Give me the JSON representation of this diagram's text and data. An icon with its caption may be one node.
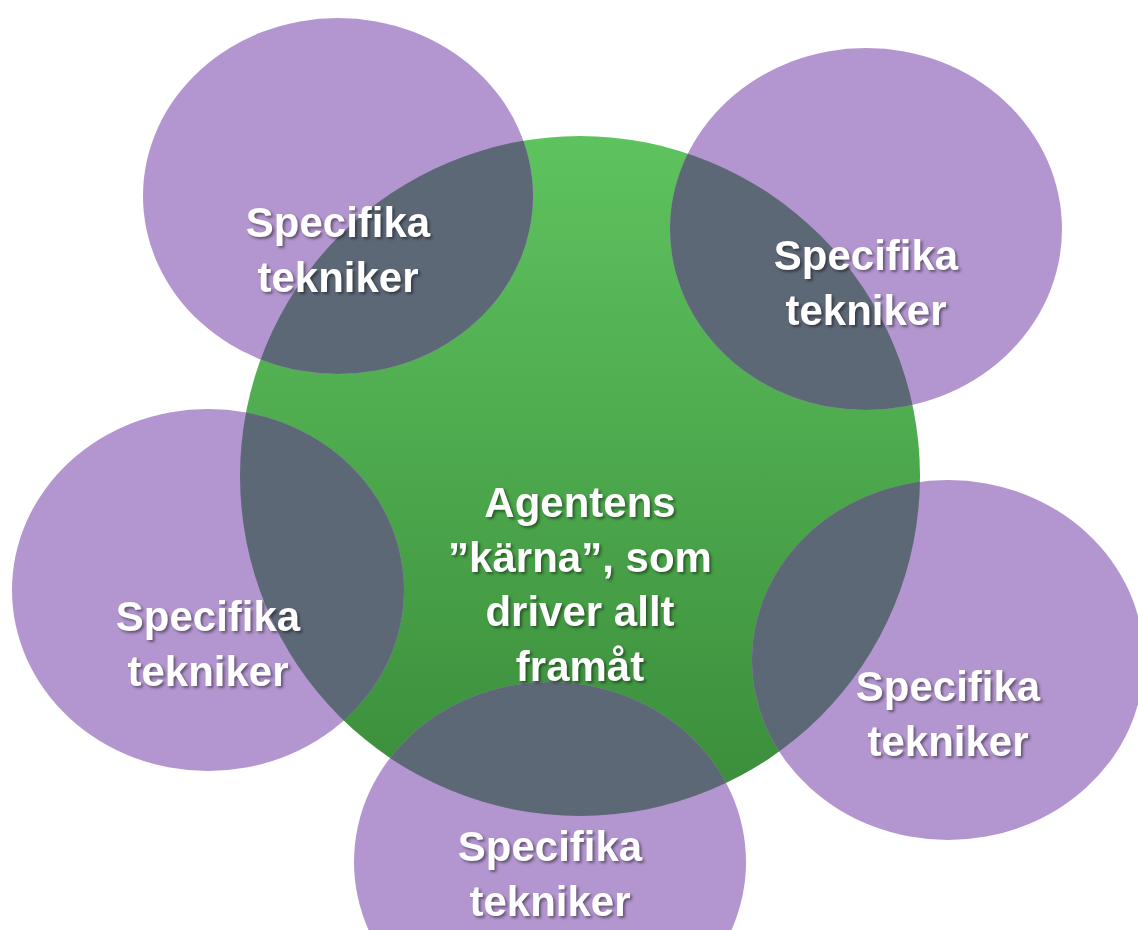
{
  "diagram": {
    "nodes": [
      {
        "text": [
          "Specifika tekniker"
        ]
      },
      {
        "text": [
          "Specifika tekniker"
        ]
      },
      {
        "text": [
          "Agentens ”kärna”, som driver allt framåt"
        ]
      },
      {
        "text": [
          "Specifika tekniker"
        ]
      },
      {
        "text": [
          "Specifika tekniker"
        ]
      },
      {
        "text": [
          "Specifika tekniker"
        ]
      }
    ],
    "edges": []
  }
}
